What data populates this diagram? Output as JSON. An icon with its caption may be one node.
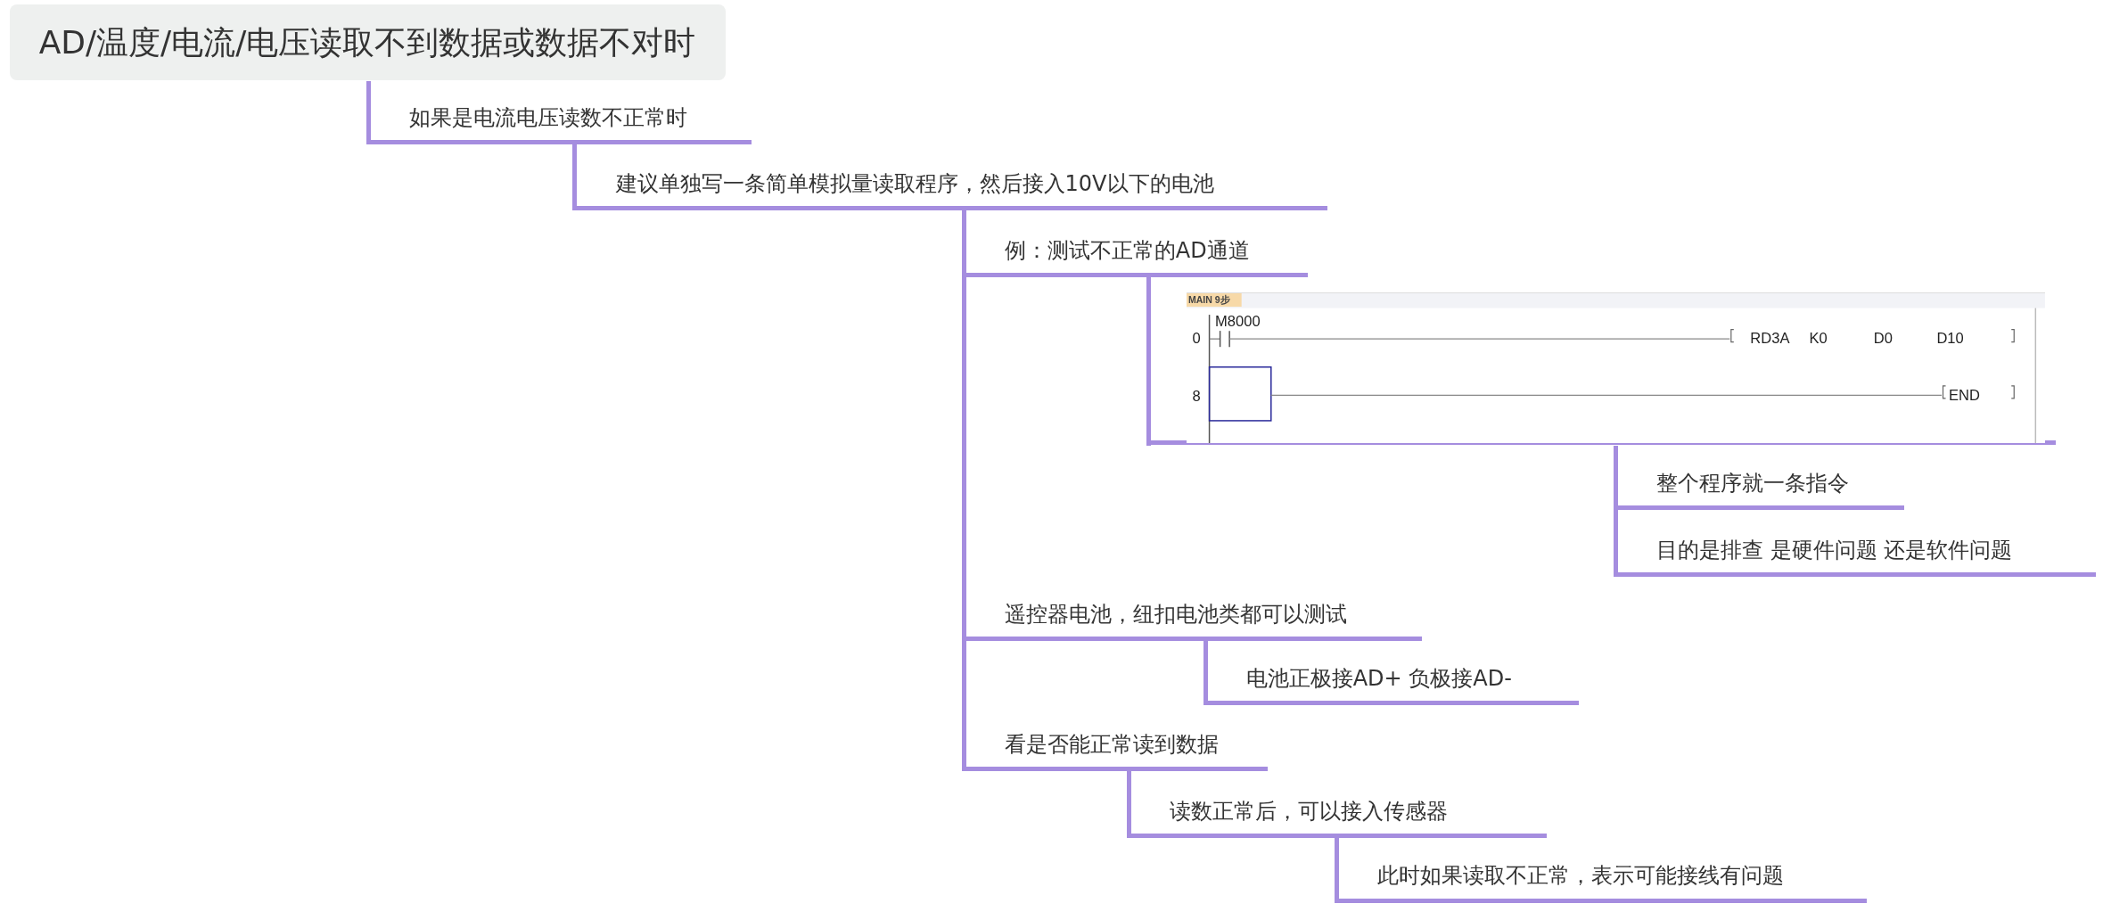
{
  "diagram": {
    "nodes": [
      {
        "text": [
          "AD/温度/电流/电压读取不到数据或数据不对时"
        ]
      },
      {
        "text": [
          "如果是电流电压读数不正常时"
        ]
      },
      {
        "text": [
          "建议单独写一条简单模拟量读取程序，然后接入10V以下的电池"
        ]
      },
      {
        "text": [
          "例：测试不正常的AD通道"
        ]
      },
      {
        "text": [
          "MAIN 9步",
          "M8000",
          "0",
          "RD3A",
          "K0",
          "D0",
          "D10",
          "8",
          "END"
        ]
      },
      {
        "text": [
          "整个程序就一条指令"
        ]
      },
      {
        "text": [
          "目的是排查 是硬件问题  还是软件问题"
        ]
      },
      {
        "text": [
          "遥控器电池，纽扣电池类都可以测试"
        ]
      },
      {
        "text": [
          "电池正极接AD+ 负极接AD-"
        ]
      },
      {
        "text": [
          "看是否能正常读到数据"
        ]
      },
      {
        "text": [
          "读数正常后，可以接入传感器"
        ]
      },
      {
        "text": [
          "此时如果读取不正常，表示可能接线有问题"
        ]
      }
    ],
    "edges": [
      {
        "from": 0,
        "to": 1,
        "arrow": "none"
      },
      {
        "from": 1,
        "to": 2,
        "arrow": "none"
      },
      {
        "from": 2,
        "to": 3,
        "arrow": "none"
      },
      {
        "from": 3,
        "to": 4,
        "arrow": "none"
      },
      {
        "from": 4,
        "to": 5,
        "arrow": "none"
      },
      {
        "from": 4,
        "to": 6,
        "arrow": "none"
      },
      {
        "from": 2,
        "to": 7,
        "arrow": "none"
      },
      {
        "from": 7,
        "to": 8,
        "arrow": "none"
      },
      {
        "from": 2,
        "to": 9,
        "arrow": "none"
      },
      {
        "from": 9,
        "to": 10,
        "arrow": "none"
      },
      {
        "from": 10,
        "to": 11,
        "arrow": "none"
      }
    ]
  }
}
